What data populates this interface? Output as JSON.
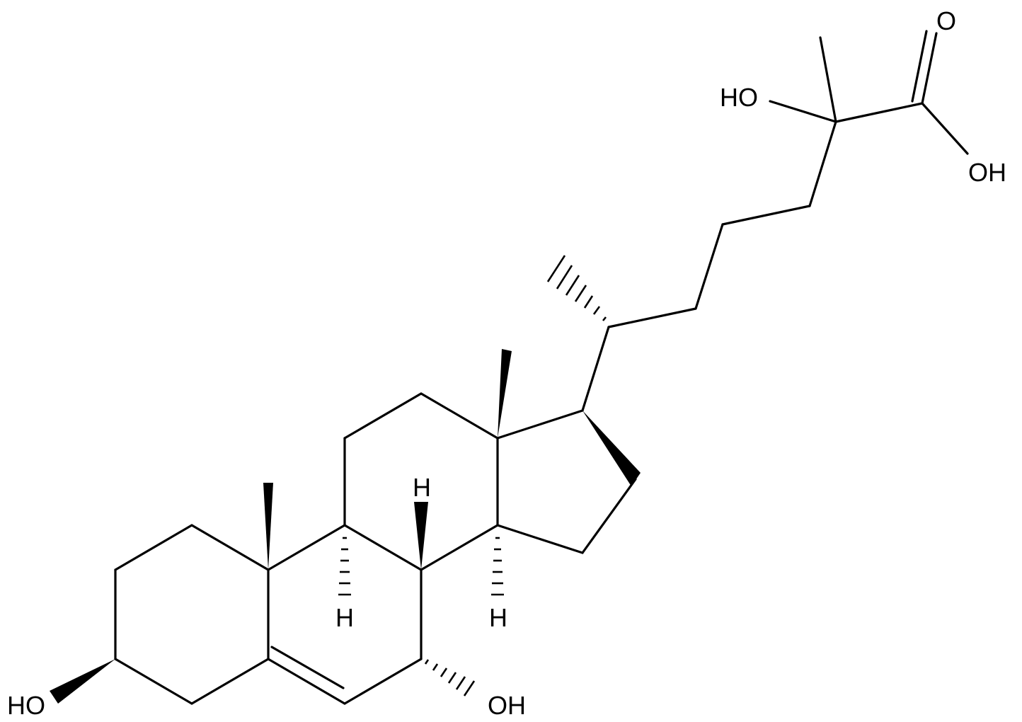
{
  "atom_labels": {
    "oh_sidechain": "HO",
    "o_carbonyl": "O",
    "oh_acid": "OH",
    "h_c8": "H",
    "h_c9": "H",
    "h_c14": "H",
    "ho_c3": "HO",
    "oh_c7": "OH"
  }
}
